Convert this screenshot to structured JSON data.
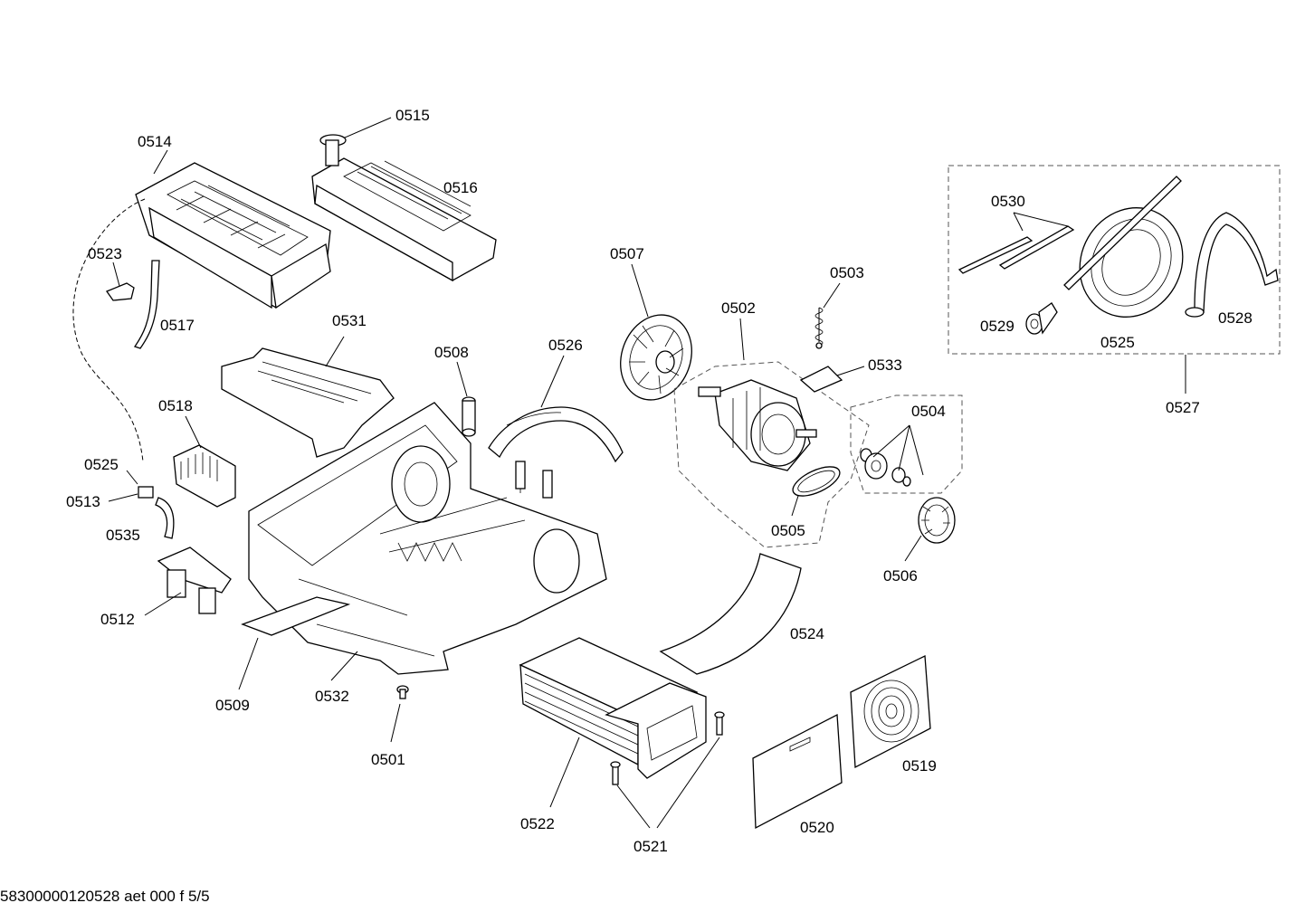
{
  "callouts": {
    "c0501": "0501",
    "c0502": "0502",
    "c0503": "0503",
    "c0504": "0504",
    "c0505": "0505",
    "c0506": "0506",
    "c0507": "0507",
    "c0508": "0508",
    "c0509": "0509",
    "c0512": "0512",
    "c0513": "0513",
    "c0514": "0514",
    "c0515": "0515",
    "c0516": "0516",
    "c0517": "0517",
    "c0518": "0518",
    "c0519": "0519",
    "c0520": "0520",
    "c0521": "0521",
    "c0522": "0522",
    "c0523": "0523",
    "c0524": "0524",
    "c0525a": "0525",
    "c0525b": "0525",
    "c0526": "0526",
    "c0527": "0527",
    "c0528": "0528",
    "c0529": "0529",
    "c0530": "0530",
    "c0531": "0531",
    "c0532": "0532",
    "c0533": "0533",
    "c0535": "0535"
  },
  "footer": "58300000120528 aet 000 f 5/5"
}
